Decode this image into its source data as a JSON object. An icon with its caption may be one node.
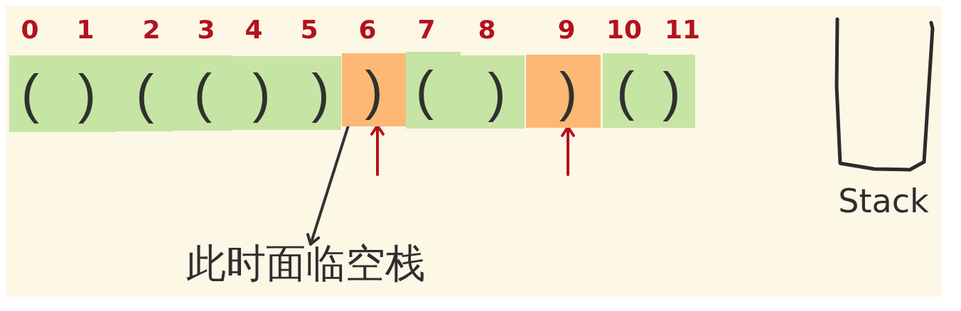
{
  "diagram": {
    "nodes": [
      {
        "text": [
          "("
        ],
        "beside": [
          "0"
        ]
      },
      {
        "text": [
          ")"
        ],
        "beside": [
          "1"
        ]
      },
      {
        "text": [
          "("
        ],
        "beside": [
          "2"
        ]
      },
      {
        "text": [
          "("
        ],
        "beside": [
          "3"
        ]
      },
      {
        "text": [
          ")"
        ],
        "beside": [
          "4"
        ]
      },
      {
        "text": [
          ")"
        ],
        "beside": [
          "5"
        ]
      },
      {
        "text": [
          ")"
        ],
        "beside": [
          "6"
        ]
      },
      {
        "text": [
          "("
        ],
        "beside": [
          "7"
        ]
      },
      {
        "text": [
          ")"
        ],
        "beside": [
          "8"
        ]
      },
      {
        "text": [
          ")"
        ],
        "beside": [
          "9"
        ]
      },
      {
        "text": [
          "("
        ],
        "beside": [
          "10"
        ]
      },
      {
        "text": [
          ")"
        ],
        "beside": [
          "11"
        ]
      },
      {
        "text": [
          "此时面临空栈"
        ]
      },
      {
        "text": [
          "Stack"
        ]
      }
    ],
    "edges": [
      {
        "from": null,
        "to": 6,
        "arrow": "to"
      },
      {
        "from": null,
        "to": 9,
        "arrow": "to"
      },
      {
        "from": 6,
        "to": 12,
        "arrow": "to",
        "color": "#333333"
      }
    ]
  }
}
